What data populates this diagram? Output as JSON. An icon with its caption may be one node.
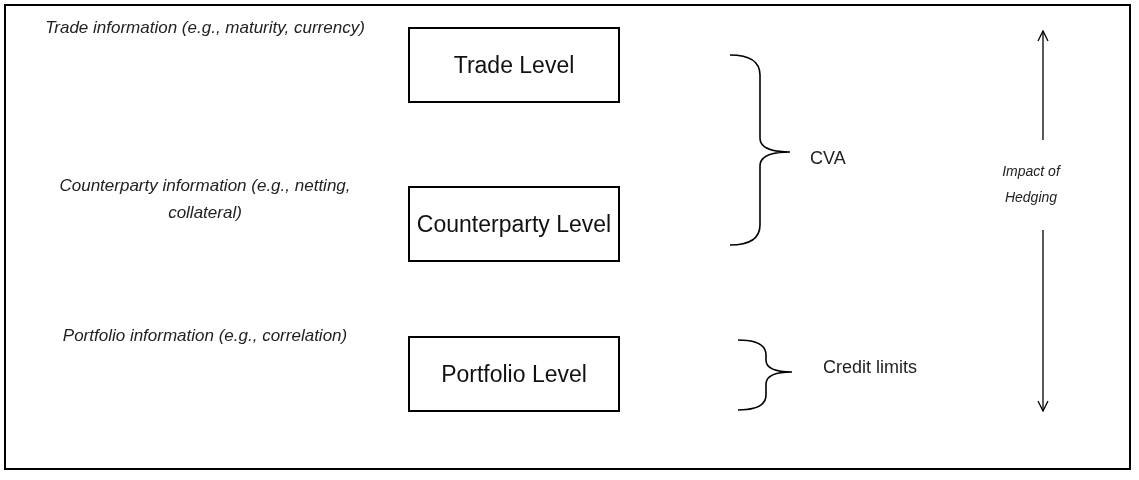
{
  "diagram": {
    "nodes": [
      {
        "text": [
          "Trade Level"
        ],
        "beside": [
          "Trade information (e.g., maturity, currency)"
        ]
      },
      {
        "text": [
          "Counterparty Level"
        ],
        "beside": [
          "Counterparty  information (e.g., netting, collateral)"
        ]
      },
      {
        "text": [
          "Portfolio Level"
        ],
        "beside": [
          "Portfolio information (e.g., correlation)"
        ]
      }
    ],
    "edges": [],
    "labels": [
      "CVA",
      "Impact of Hedging",
      "Credit limits"
    ]
  }
}
